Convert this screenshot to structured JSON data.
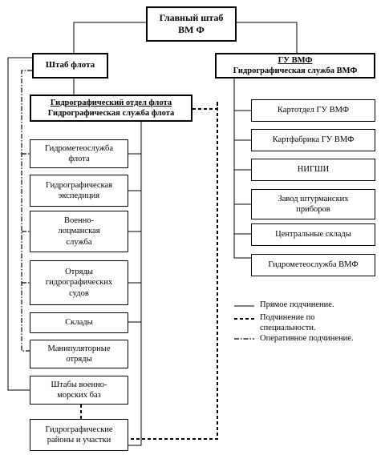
{
  "top": {
    "line1": "Главный штаб",
    "line2": "ВМ Ф"
  },
  "fleet_hq": {
    "label": "Штаб флота"
  },
  "gu_vmf": {
    "line1": "ГУ   ВМФ",
    "line2": "Гидрографическая служба ВМФ"
  },
  "hydro_dept": {
    "line1": "Гидрографический отдел флота",
    "line2": "Гидрографическая служба флота"
  },
  "fleet_units": [
    {
      "line1": "Гидрометеослужба",
      "line2": "флота",
      "line3": ""
    },
    {
      "line1": "Гидрографическая",
      "line2": "экспедиция",
      "line3": ""
    },
    {
      "line1": "Военно-",
      "line2": "лоцманская",
      "line3": "служба"
    },
    {
      "line1": "Отряды",
      "line2": "гидрографических",
      "line3": "судов"
    },
    {
      "line1": "Склады",
      "line2": "",
      "line3": ""
    },
    {
      "line1": "Манипуляторные",
      "line2": "отряды",
      "line3": ""
    }
  ],
  "naval_base": {
    "line1": "Штабы военно-",
    "line2": "морских баз"
  },
  "hydro_regions": {
    "line1": "Гидрографические",
    "line2": "районы и участки"
  },
  "gu_units": [
    {
      "line1": "Картотдел ГУ ВМФ",
      "line2": ""
    },
    {
      "line1": "Картфабрика ГУ ВМФ",
      "line2": ""
    },
    {
      "line1": "НИГШИ",
      "line2": ""
    },
    {
      "line1": "Завод штурманских",
      "line2": "приборов"
    },
    {
      "line1": "Центральные склады",
      "line2": ""
    },
    {
      "line1": "Гидрометеослужба ВМФ",
      "line2": ""
    }
  ],
  "legend": {
    "direct": "Прямое подчинение.",
    "special_line1": "Подчинение по",
    "special_line2": "специальности.",
    "operational": "Оперативное подчинение."
  }
}
